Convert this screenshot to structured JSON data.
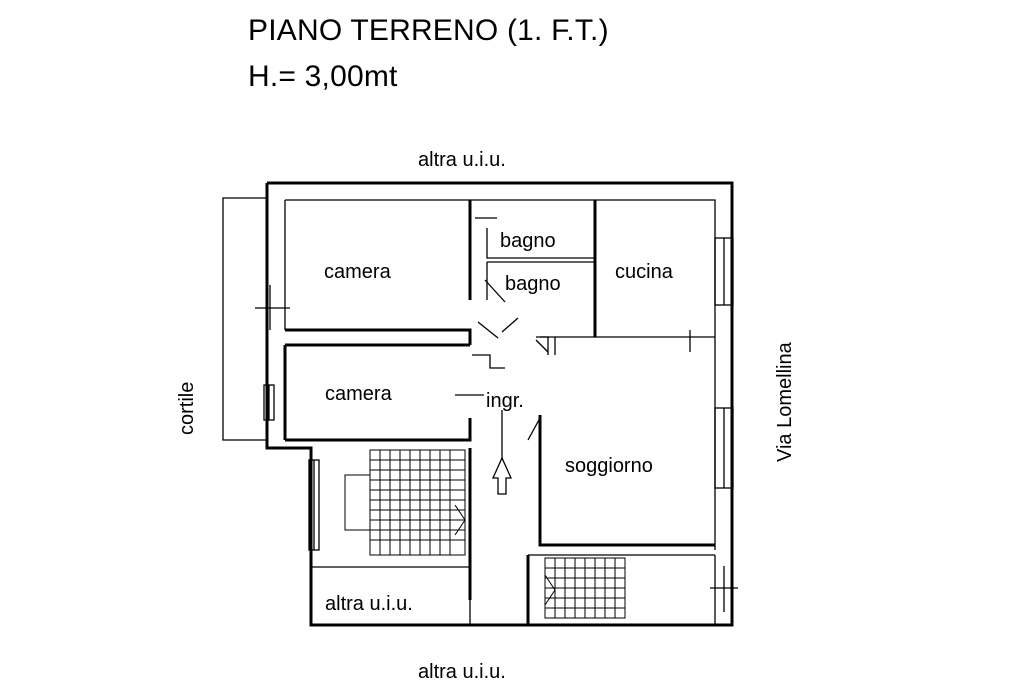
{
  "header": {
    "title": "PIANO TERRENO (1. F.T.)",
    "height": "H.= 3,00mt"
  },
  "labels": {
    "top": "altra u.i.u.",
    "bottom": "altra u.i.u.",
    "left": "cortile",
    "right": "Via Lomellina",
    "unit_lower_left": "altra u.i.u."
  },
  "rooms": {
    "camera_top": "camera",
    "camera_mid": "camera",
    "bagno_1": "bagno",
    "bagno_2": "bagno",
    "cucina": "cucina",
    "ingresso": "ingr.",
    "soggiorno": "soggiorno"
  }
}
